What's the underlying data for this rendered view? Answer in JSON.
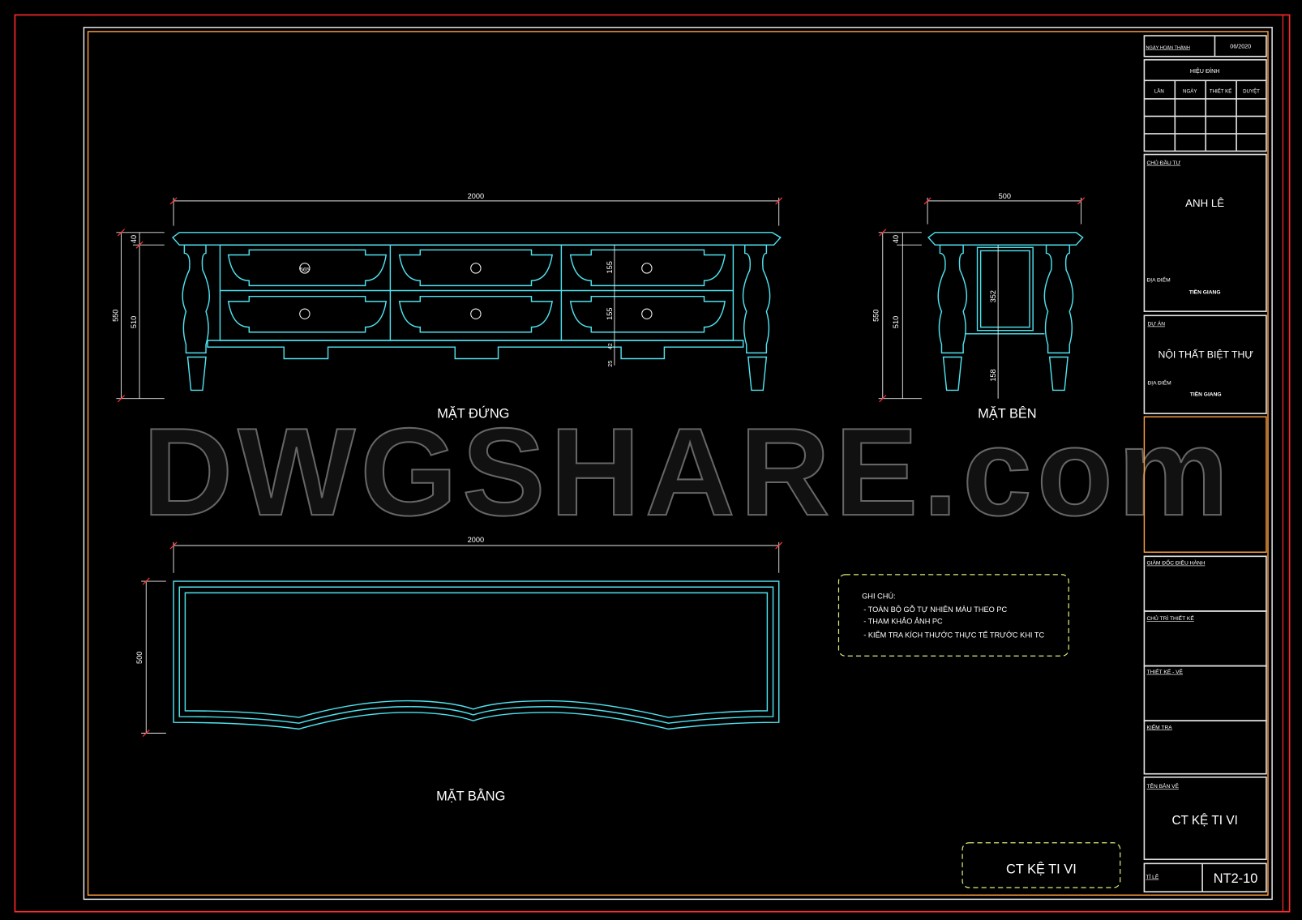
{
  "drawing": {
    "watermark": "DWGSHARE.com",
    "views": {
      "front_label": "MẶT ĐỨNG",
      "side_label": "MẶT BÊN",
      "plan_label": "MẶT BẰNG"
    },
    "front_dims": {
      "width": "2000",
      "total_height": "550",
      "body_height": "510",
      "top_thickness": "40",
      "drawer_height_1": "155",
      "drawer_height_2": "155",
      "apron_1": "25",
      "apron_2": "42",
      "handle_width": "565"
    },
    "side_dims": {
      "width": "500",
      "total_height": "550",
      "body_height": "510",
      "top_thickness": "40",
      "panel_height": "352",
      "leg_height": "158"
    },
    "plan_dims": {
      "width": "2000",
      "depth": "500"
    },
    "notes": {
      "title": "GHI CHÚ:",
      "items": [
        "- TOÀN BỘ GỖ TỰ NHIÊN MÀU THEO PC",
        "- THAM KHẢO ẢNH PC",
        "- KIỂM TRA KÍCH THƯỚC THỰC TẾ TRƯỚC KHI TC"
      ]
    },
    "sheet_caption": "CT KỆ TI VI"
  },
  "title_block": {
    "completion_label": "NGÀY HOÀN THÀNH",
    "completion_date": "06/2020",
    "revision_title": "HIỆU ĐÍNH",
    "revision_columns": [
      "LẦN",
      "NGÀY",
      "THIẾT KẾ",
      "DUYỆT"
    ],
    "owner_label": "CHỦ ĐẦU TƯ",
    "owner_name": "ANH LÊ",
    "owner_location_label": "ĐỊA ĐIỂM",
    "owner_location": "TIỀN GIANG",
    "project_label": "DỰ ÁN",
    "project_name": "NỘI THẤT BIỆT THỰ",
    "project_location_label": "ĐỊA ĐIỂM",
    "project_location": "TIỀN GIANG",
    "director_label": "GIÁM ĐỐC ĐIỀU HÀNH",
    "chief_designer_label": "CHỦ TRÌ THIẾT KẾ",
    "designer_label": "THIẾT KẾ - VẼ",
    "checker_label": "KIỂM TRA",
    "drawing_name_label": "TÊN BẢN VẼ",
    "drawing_name": "CT KỆ TI VI",
    "scale_label": "TỈ LỆ",
    "sheet_number": "NT2-10"
  },
  "colors": {
    "background": "#000000",
    "furniture_lines": "#4fe3f0",
    "outer_frame": "#ff2a2a",
    "inner_frame": "#ffa040",
    "note_box": "#d8f07a"
  }
}
